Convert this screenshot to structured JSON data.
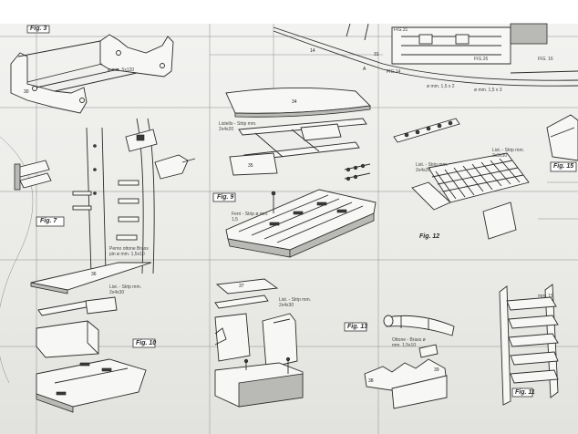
{
  "figures": {
    "fig3": "Fig. 3",
    "fig7": "Fig. 7",
    "fig9": "Fig. 9",
    "fig10": "Fig. 10",
    "fig11": "Fig. 11",
    "fig12": "Fig. 12",
    "fig13": "Fig. 13",
    "fig14": "FIG.14",
    "fig15": "Fig. 15",
    "fig16": "FIG. 16",
    "fig31": "FIG.31",
    "fig26": "FIG.26"
  },
  "callouts": {
    "strip_fig3": "ø mm. 5x120",
    "strip_top": "Listello - Strip mm. 2x4x20",
    "perno": "Perno ottone Brass pin ø mm. 1,5x10",
    "strip_fig12": "List. - Strip mm. 2x4x20",
    "strip_fig12b": "List. - Strip mm. 2x3x30",
    "ferri": "Ferri - Strip ø mm. 1,5",
    "strip_fig10": "List. - Strip mm. 2x4x30",
    "strip_mid": "List. - Strip mm. 2x4x30",
    "ottone": "Ottone - Brass ø mm. 1,5x10",
    "mm15": "mm. 15",
    "diam_a": "ø mm. 1,5 x 2",
    "diam_b": "ø mm. 1,5 x 3"
  },
  "parts": {
    "p30": "30",
    "p34": "34",
    "p35": "35",
    "p36": "36",
    "p37": "37",
    "p38": "38",
    "p39": "39",
    "p31": "31",
    "p14": "14",
    "pA": "A"
  }
}
